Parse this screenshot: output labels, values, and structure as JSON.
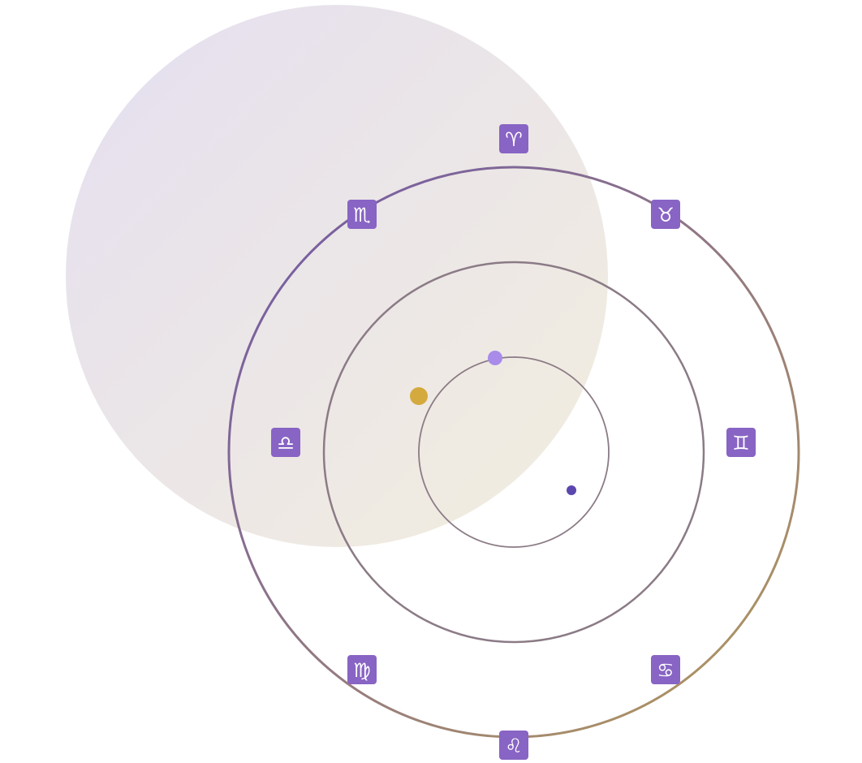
{
  "colors": {
    "backdrop_start": "#e2dcef",
    "backdrop_end": "#f1ecdb",
    "ring_purple": "#6f56aa",
    "ring_gold": "#b49a5a",
    "ring_mid": "#8b7b86",
    "badge": "#8864c4",
    "glyph": "#ffffff",
    "dot_gold": "#d4aa3e",
    "dot_lilac": "#a98bea",
    "dot_indigo": "#5b47ad"
  },
  "zodiac": {
    "signs": [
      {
        "name": "aries",
        "glyph": "♈"
      },
      {
        "name": "taurus",
        "glyph": "♉"
      },
      {
        "name": "gemini",
        "glyph": "♊"
      },
      {
        "name": "cancer",
        "glyph": "♋"
      },
      {
        "name": "leo",
        "glyph": "♌"
      },
      {
        "name": "virgo",
        "glyph": "♍"
      },
      {
        "name": "libra",
        "glyph": "♎"
      },
      {
        "name": "scorpio",
        "glyph": "♏"
      }
    ]
  },
  "orbit_dots": [
    {
      "name": "gold",
      "color": "dot_gold"
    },
    {
      "name": "lilac",
      "color": "dot_lilac"
    },
    {
      "name": "indigo",
      "color": "dot_indigo"
    }
  ]
}
